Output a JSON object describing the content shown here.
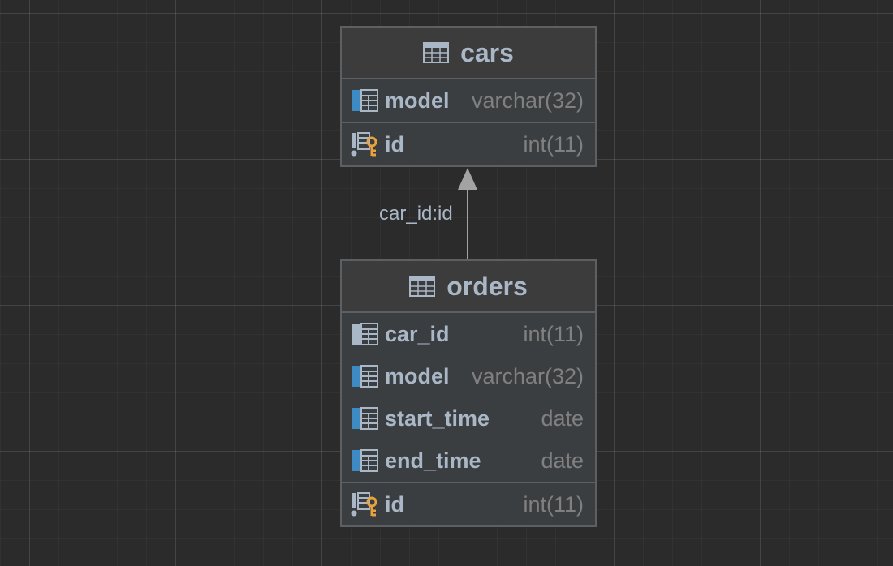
{
  "diagram": {
    "tables": [
      {
        "name": "cars",
        "column_groups": [
          [
            {
              "name": "model",
              "type": "varchar(32)",
              "kind": "column"
            }
          ],
          [
            {
              "name": "id",
              "type": "int(11)",
              "kind": "primary-key"
            }
          ]
        ]
      },
      {
        "name": "orders",
        "column_groups": [
          [
            {
              "name": "car_id",
              "type": "int(11)",
              "kind": "foreign-key-column"
            },
            {
              "name": "model",
              "type": "varchar(32)",
              "kind": "column"
            },
            {
              "name": "start_time",
              "type": "date",
              "kind": "column"
            },
            {
              "name": "end_time",
              "type": "date",
              "kind": "column"
            }
          ],
          [
            {
              "name": "id",
              "type": "int(11)",
              "kind": "primary-key"
            }
          ]
        ]
      }
    ],
    "relations": [
      {
        "from": "orders",
        "to": "cars",
        "label": "car_id:id"
      }
    ]
  },
  "colors": {
    "background": "#2b2b2b",
    "table_fill": "#3b3e41",
    "header_fill": "#3c3c3c",
    "border": "#5d6063",
    "name_text": "#a9b7c6",
    "type_text": "#808080",
    "column_icon_accent": "#3d8bc2",
    "key_icon": "#e8a33b",
    "edge": "#a3a3a3"
  }
}
